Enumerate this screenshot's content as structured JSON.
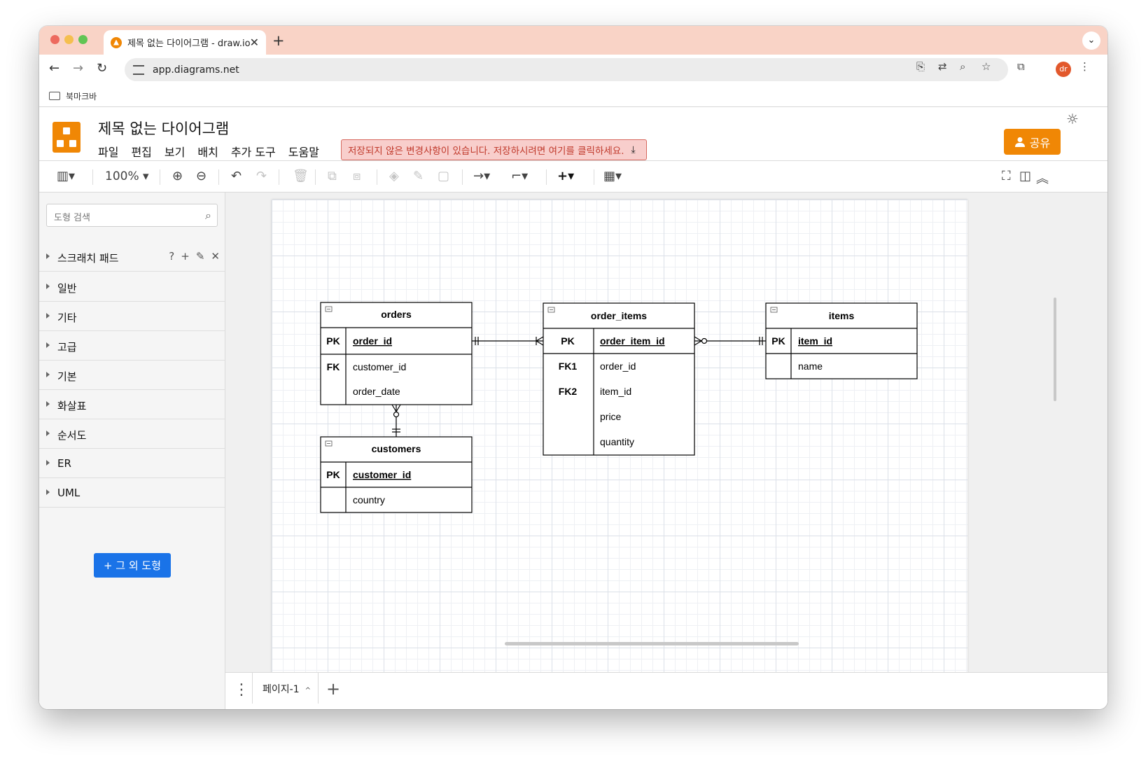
{
  "browser": {
    "tab_title": "제목 없는 다이어그램 - draw.io",
    "url": "app.diagrams.net",
    "bookmarks_label": "북마크바",
    "traffic_colors": [
      "#ed6a5e",
      "#f5bf4f",
      "#61c554"
    ]
  },
  "app": {
    "title": "제목 없는 다이어그램",
    "menu": [
      "파일",
      "편집",
      "보기",
      "배치",
      "추가 도구",
      "도움말"
    ],
    "unsaved_notice": "저장되지 않은 변경사항이 있습니다. 저장하시려면 여기를 클릭하세요.",
    "share_label": "공유",
    "accent_color": "#f08705"
  },
  "toolbar": {
    "zoom": "100%"
  },
  "sidebar": {
    "search_placeholder": "도형 검색",
    "categories": [
      "스크래치 패드",
      "일반",
      "기타",
      "고급",
      "기본",
      "화살표",
      "순서도",
      "ER",
      "UML"
    ],
    "more_shapes_label": "+ 그 외 도형"
  },
  "footer": {
    "page_tab": "페이지-1"
  },
  "diagram": {
    "entities": [
      {
        "name": "orders",
        "rows": [
          {
            "key": "PK",
            "field": "order_id",
            "primary": true
          },
          {
            "key": "FK",
            "field": "customer_id",
            "primary": false
          },
          {
            "key": "",
            "field": "order_date",
            "primary": false
          }
        ]
      },
      {
        "name": "customers",
        "rows": [
          {
            "key": "PK",
            "field": "customer_id",
            "primary": true
          },
          {
            "key": "",
            "field": "country",
            "primary": false
          }
        ]
      },
      {
        "name": "order_items",
        "rows": [
          {
            "key": "PK",
            "field": "order_item_id",
            "primary": true
          },
          {
            "key": "FK1",
            "field": "order_id",
            "primary": false
          },
          {
            "key": "FK2",
            "field": "item_id",
            "primary": false
          },
          {
            "key": "",
            "field": "price",
            "primary": false
          },
          {
            "key": "",
            "field": "quantity",
            "primary": false
          }
        ]
      },
      {
        "name": "items",
        "rows": [
          {
            "key": "PK",
            "field": "item_id",
            "primary": true
          },
          {
            "key": "",
            "field": "name",
            "primary": false
          }
        ]
      }
    ]
  }
}
